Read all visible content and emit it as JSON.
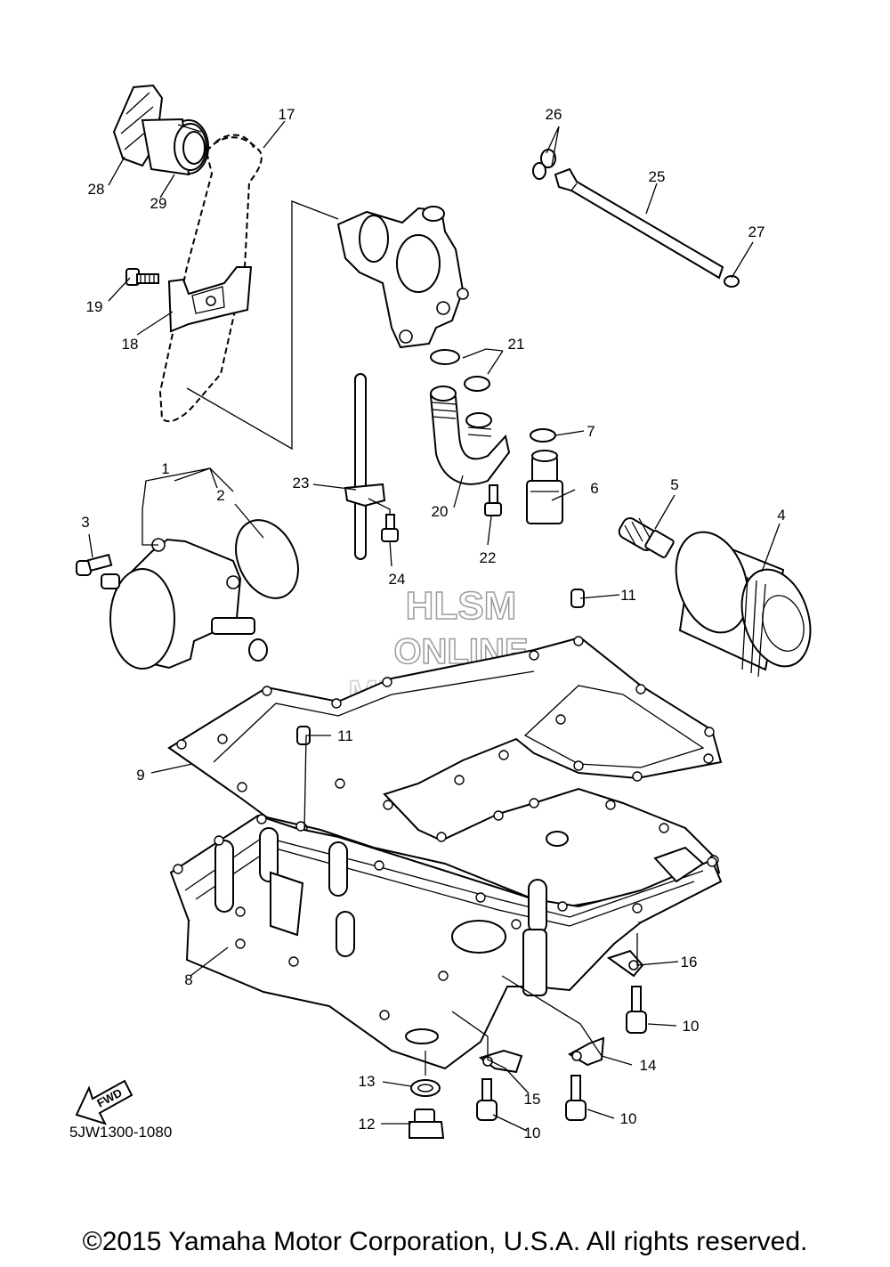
{
  "diagram": {
    "callouts": [
      {
        "id": "c1",
        "label": "1"
      },
      {
        "id": "c2",
        "label": "2"
      },
      {
        "id": "c3",
        "label": "3"
      },
      {
        "id": "c4",
        "label": "4"
      },
      {
        "id": "c5",
        "label": "5"
      },
      {
        "id": "c6",
        "label": "6"
      },
      {
        "id": "c7",
        "label": "7"
      },
      {
        "id": "c8",
        "label": "8"
      },
      {
        "id": "c9",
        "label": "9"
      },
      {
        "id": "c10a",
        "label": "10"
      },
      {
        "id": "c10b",
        "label": "10"
      },
      {
        "id": "c10c",
        "label": "10"
      },
      {
        "id": "c11a",
        "label": "11"
      },
      {
        "id": "c11b",
        "label": "11"
      },
      {
        "id": "c12",
        "label": "12"
      },
      {
        "id": "c13",
        "label": "13"
      },
      {
        "id": "c14",
        "label": "14"
      },
      {
        "id": "c15",
        "label": "15"
      },
      {
        "id": "c16",
        "label": "16"
      },
      {
        "id": "c17",
        "label": "17"
      },
      {
        "id": "c18",
        "label": "18"
      },
      {
        "id": "c19",
        "label": "19"
      },
      {
        "id": "c20",
        "label": "20"
      },
      {
        "id": "c21",
        "label": "21"
      },
      {
        "id": "c22",
        "label": "22"
      },
      {
        "id": "c23",
        "label": "23"
      },
      {
        "id": "c24",
        "label": "24"
      },
      {
        "id": "c25",
        "label": "25"
      },
      {
        "id": "c26",
        "label": "26"
      },
      {
        "id": "c27",
        "label": "27"
      },
      {
        "id": "c28",
        "label": "28"
      },
      {
        "id": "c29",
        "label": "29"
      }
    ],
    "fwd_label": "FWD",
    "reference_code": "5JW1300-1080"
  },
  "watermark": {
    "line1": "HLSM",
    "line2": "ONLINE",
    "line3": "MICROFICHE"
  },
  "footer": {
    "copyright": "©2015 Yamaha Motor Corporation, U.S.A. All rights reserved."
  }
}
